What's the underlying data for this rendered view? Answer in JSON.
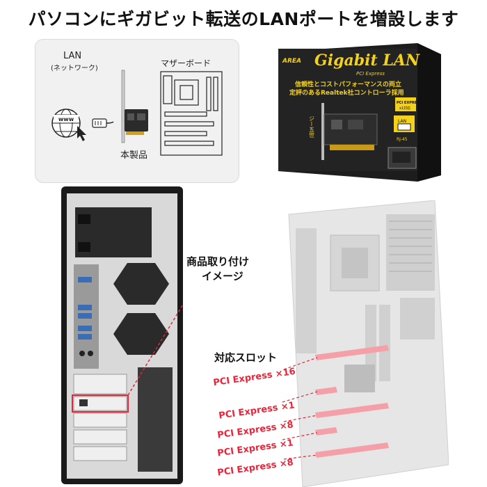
{
  "headline": "パソコンにギガビット転送のLANポートを増設します",
  "diagram": {
    "lan_label": "LAN",
    "lan_sub": "(ネットワーク)",
    "www_label": "www",
    "motherboard_label": "マザーボード",
    "product_label": "本製品"
  },
  "box": {
    "brand": "AREA",
    "title": "Gigabit LAN",
    "subtitle": "PCI Express",
    "tagline1": "信頼性とコストパフォーマンスの両立",
    "tagline2": "定評のあるRealtek社コントローラ採用",
    "badge": "PCI EXPRESS",
    "badge2": "x1対応",
    "series": "ジー五世",
    "port": "LAN",
    "port_sub": "RJ-45"
  },
  "install": {
    "line1": "商品取り付け",
    "line2": "イメージ"
  },
  "slots": {
    "heading": "対応スロット",
    "items": [
      {
        "label": "PCI Express ×16"
      },
      {
        "label": "PCI Express ×1"
      },
      {
        "label": "PCI Express ×8"
      },
      {
        "label": "PCI Express ×1"
      },
      {
        "label": "PCI Express ×8"
      }
    ]
  },
  "colors": {
    "accent": "#e8253a",
    "slot_fill": "#f5a0a8",
    "box_dark": "#1d1d1d",
    "box_yellow": "#f4d11b"
  }
}
